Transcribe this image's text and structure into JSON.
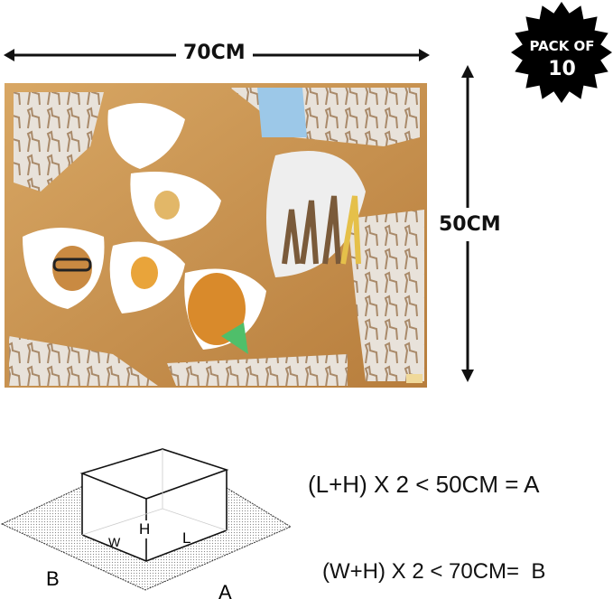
{
  "dimensions": {
    "width_label": "70CM",
    "height_label": "50CM"
  },
  "badge": {
    "line1": "PACK OF",
    "line2": "10"
  },
  "diagram": {
    "h": "H",
    "w": "W",
    "l": "L",
    "b": "B",
    "a": "A"
  },
  "formulas": {
    "a": "(L+H) X 2 < 50CM = A",
    "b": "(W+H) X 2 < 70CM=  B"
  },
  "colors": {
    "poster_bg": "#c9934f",
    "poster_light": "#e9e3dc",
    "badge": "#000000"
  }
}
